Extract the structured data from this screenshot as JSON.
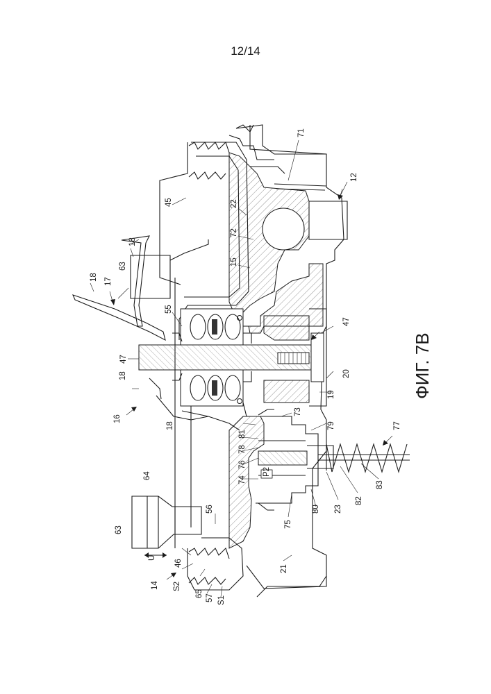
{
  "page": {
    "number": "12/14"
  },
  "figure": {
    "caption": "ФИГ. 7В"
  },
  "labels": {
    "l12": "12",
    "l14": "14",
    "l15": "15",
    "l16": "16",
    "l17": "17",
    "l18": "18",
    "l19": "19",
    "l20": "20",
    "l21": "21",
    "l22": "22",
    "l23": "23",
    "l45": "45",
    "l46": "46",
    "l47": "47",
    "l55": "55",
    "l56": "56",
    "l57": "57",
    "l63": "63",
    "l64": "64",
    "l65": "65",
    "l71": "71",
    "l72": "72",
    "l73": "73",
    "l74": "74",
    "l75": "75",
    "l76": "76",
    "l77": "77",
    "l78": "78",
    "l79": "79",
    "l80": "80",
    "l81": "81",
    "l82": "82",
    "l83": "83",
    "lS1": "S1",
    "lS2": "S2",
    "lP2": "P2",
    "lU": "U"
  }
}
